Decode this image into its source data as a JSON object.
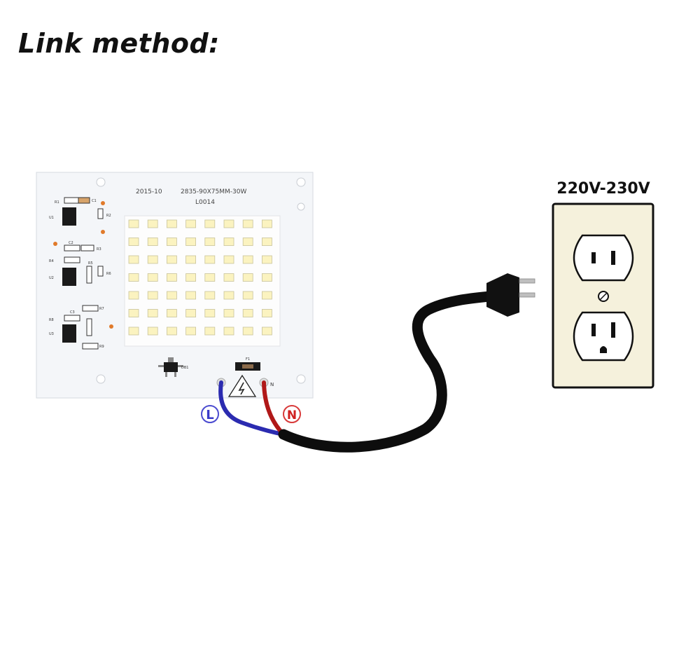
{
  "title": "Link method:",
  "board": {
    "date": "2015-10",
    "model": "2835-90X75MM-30W",
    "code": "L0014",
    "fuse_label": "F1",
    "n_pad": "N",
    "bridge_label": "DB1",
    "component_labels": [
      "R1",
      "C1",
      "U1",
      "R2",
      "C2",
      "R3",
      "R4",
      "R5",
      "U2",
      "R6",
      "C3",
      "R7",
      "U3",
      "R8",
      "R9"
    ],
    "led_rows": 7,
    "led_cols": 8
  },
  "wires": {
    "live_label": "L",
    "neutral_label": "N",
    "live_color": "#2b2bb0",
    "neutral_color": "#b01818",
    "cable_color": "#0d0d0d"
  },
  "outlet": {
    "voltage_label": "220V-230V",
    "plate_color": "#f5f1dc"
  }
}
